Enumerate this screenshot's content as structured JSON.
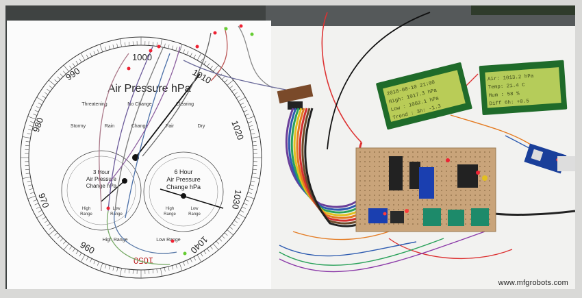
{
  "photo": {
    "dial": {
      "title": "Air Pressure hPa",
      "scale_labels": [
        "960",
        "970",
        "980",
        "990",
        "1000",
        "1010",
        "1020",
        "1030",
        "1040",
        "1050"
      ],
      "condition_labels": [
        "Threatening",
        "No Change",
        "Clearing",
        "Stormy",
        "Rain",
        "Change",
        "Fair",
        "Dry"
      ],
      "range_labels": [
        "High Range",
        "Low Range"
      ],
      "small_dial_left": {
        "title_lines": [
          "3 Hour",
          "Air Pressure",
          "Change hPa"
        ],
        "range_labels": [
          "High",
          "Range",
          "Low",
          "Range"
        ]
      },
      "small_dial_right": {
        "title_lines": [
          "6 Hour",
          "Air Pressure",
          "Change hPa"
        ],
        "range_labels": [
          "High",
          "Range",
          "Low",
          "Range"
        ]
      }
    },
    "lcd_left_lines": [
      "2018-08-10 21:00",
      "High: 1017.3 hPa",
      "Low : 1002.1 hPa",
      "Trend : 3h: -1.3"
    ],
    "lcd_right_lines": [
      "Air: 1013.2 hPa",
      "Temp: 21.4 C",
      "Hum : 58 %",
      "Diff 6h: +0.5"
    ]
  },
  "watermark": "www.mfgrobots.com"
}
